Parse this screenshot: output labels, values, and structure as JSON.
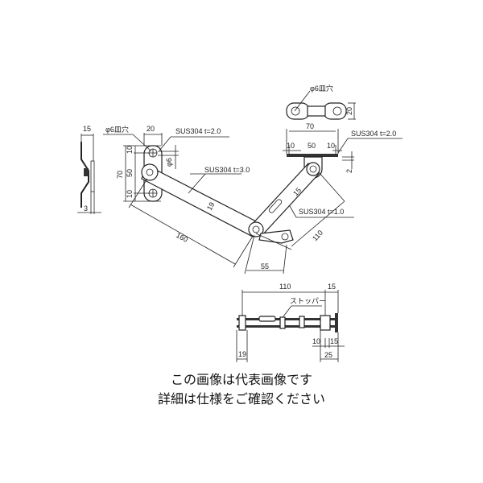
{
  "dims": {
    "side_15": "15",
    "side_3": "3",
    "hole_label_left": "φ6皿穴",
    "hole_label_top": "φ6皿穴",
    "left_20": "20",
    "left_70": "70",
    "left_50": "50",
    "left_10a": "10",
    "left_10b": "10",
    "left_phi6": "φ6",
    "mat_left": "SUS304 t=2.0",
    "mat_arm": "SUS304 t=3.0",
    "arm_19": "19",
    "arm_160": "160",
    "top_20": "20",
    "right_70": "70",
    "right_10a": "10",
    "right_50": "50",
    "right_10b": "10",
    "mat_right": "SUS304 t=2.0",
    "right_2": "2",
    "arm2_15": "15",
    "mat_arm2": "SUS304 t=1.0",
    "arm2_110": "110",
    "dim_55": "55",
    "bot_110": "110",
    "bot_15": "15",
    "stopper": "ストッパー",
    "bot_19": "19",
    "bot_10": "10",
    "bot_15b": "15",
    "bot_25": "25"
  },
  "caption": {
    "line1": "この画像は代表画像です",
    "line2": "詳細は仕様をご確認ください"
  }
}
